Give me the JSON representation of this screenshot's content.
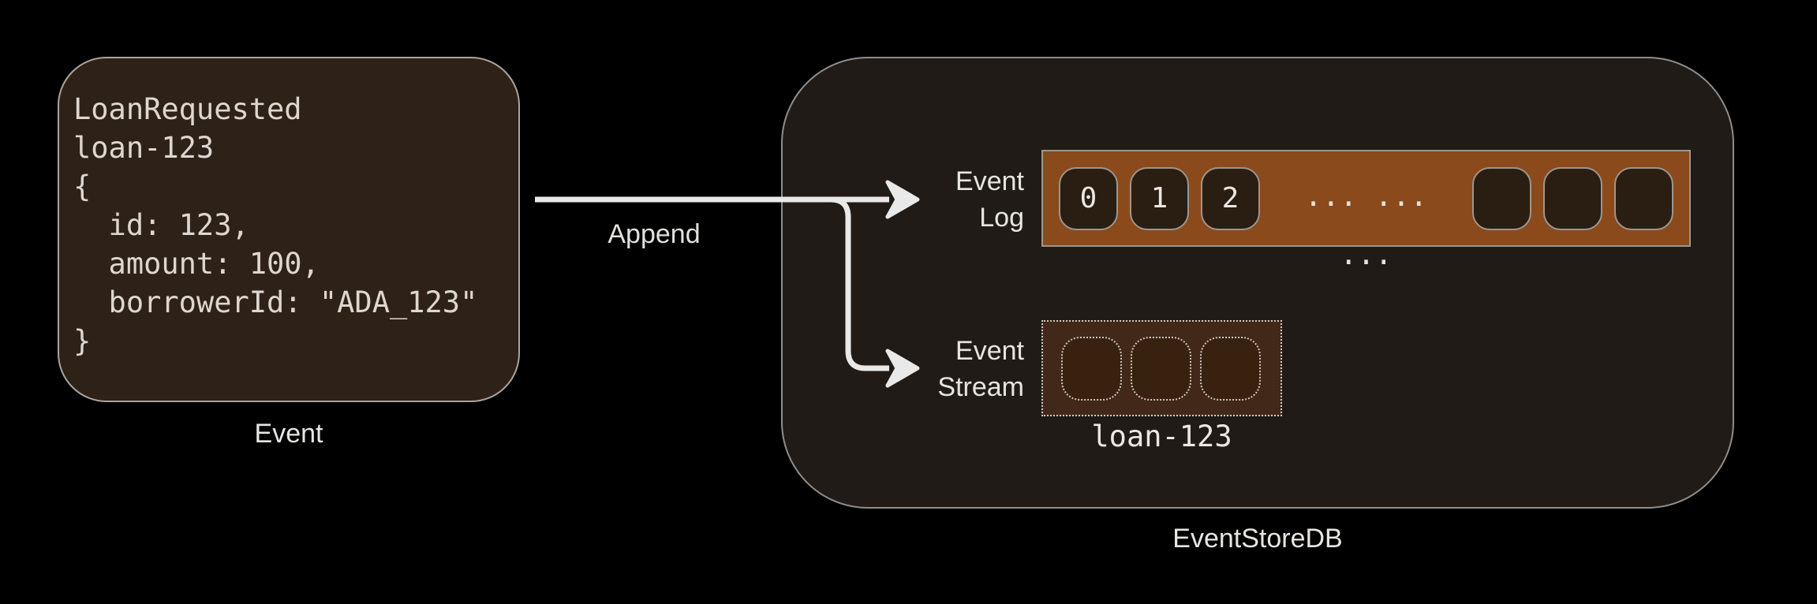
{
  "colors": {
    "background": "#000000",
    "event_card_fill": "#2e2118",
    "event_card_border": "#aaa49d",
    "store_fill": "#211b17",
    "store_border": "#8f8d8a",
    "log_bar_fill": "#8b4a1b",
    "log_cell_fill": "#2a1d12",
    "stream_box_fill": "#412818",
    "stream_cell_fill": "#392110",
    "dotted_border": "#d0cac3",
    "arrow": "#e9e9e9",
    "label_text": "#e7e5e2",
    "code_text": "#ddd7d0"
  },
  "event_card": {
    "code_lines": [
      "LoanRequested",
      "loan-123",
      "{",
      "  id: 123,",
      "  amount: 100,",
      "  borrowerId: \"ADA_123\"",
      "}"
    ],
    "caption": "Event"
  },
  "append": {
    "label": "Append"
  },
  "event_store": {
    "caption": "EventStoreDB",
    "event_log": {
      "label_top": "Event",
      "label_bottom": "Log",
      "cells": [
        "0",
        "1",
        "2"
      ],
      "ellipsis": "... ... ...",
      "empty_cell_count": 3
    },
    "event_stream": {
      "label_top": "Event",
      "label_bottom": "Stream",
      "cell_count": 3,
      "stream_name": "loan-123"
    }
  }
}
